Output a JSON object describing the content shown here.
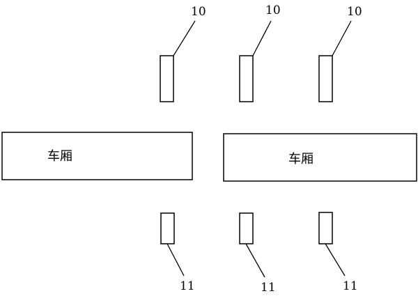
{
  "carriages": [
    {
      "label": "车厢"
    },
    {
      "label": "车厢"
    }
  ],
  "top_components": [
    {
      "ref": "10"
    },
    {
      "ref": "10"
    },
    {
      "ref": "10"
    }
  ],
  "bottom_components": [
    {
      "ref": "11"
    },
    {
      "ref": "11"
    },
    {
      "ref": "11"
    }
  ]
}
